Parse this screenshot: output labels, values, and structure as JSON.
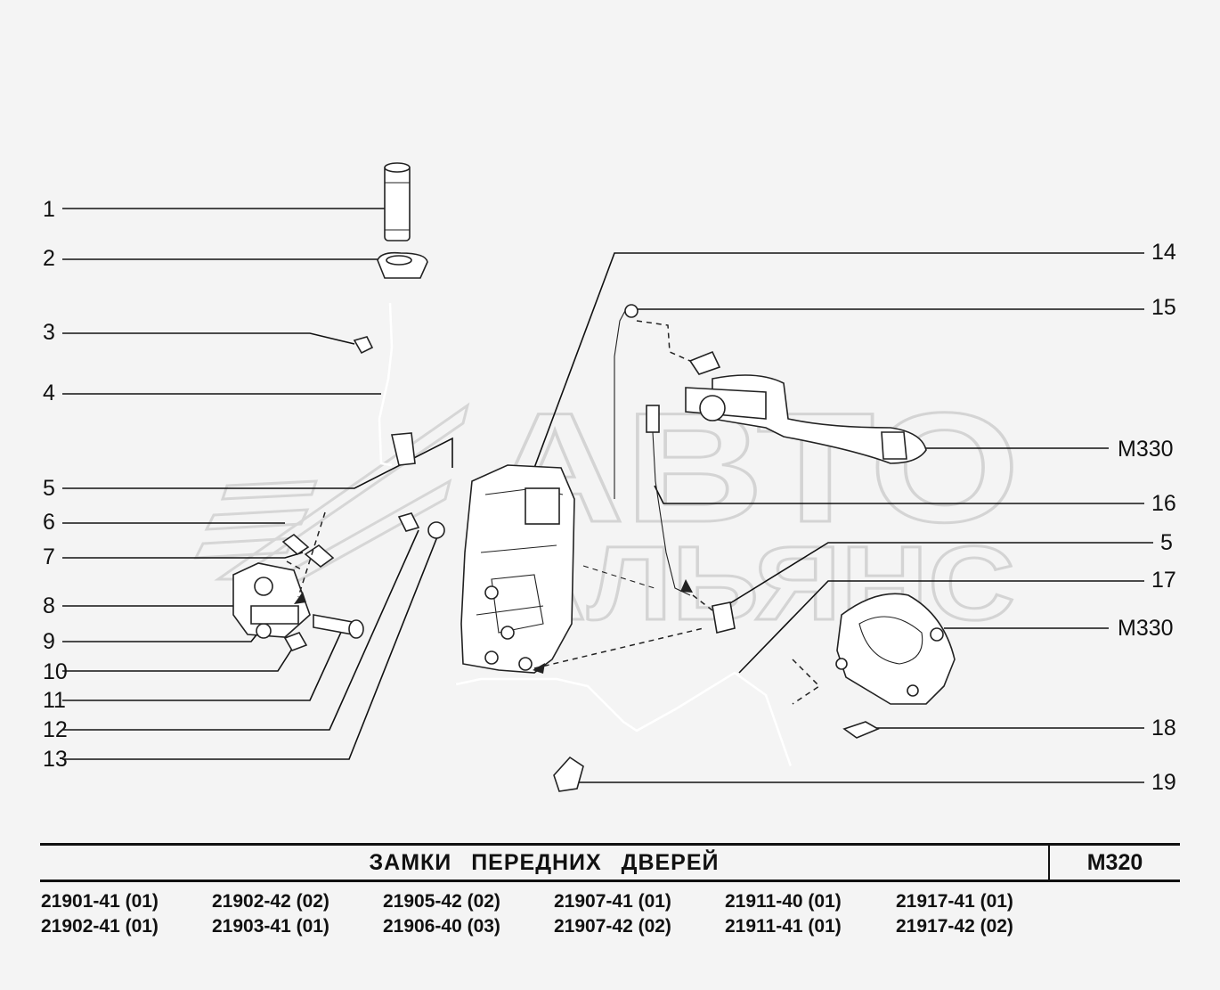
{
  "watermark": {
    "line1": "АВТО",
    "line2": "АЛЬЯНС"
  },
  "callouts_left": [
    "1",
    "2",
    "3",
    "4",
    "5",
    "6",
    "7",
    "8",
    "9",
    "10",
    "11",
    "12",
    "13"
  ],
  "callouts_right": [
    "14",
    "15",
    "M330",
    "16",
    "5",
    "17",
    "M330",
    "18",
    "19"
  ],
  "title": {
    "text": "ЗАМКИ ПЕРЕДНИХ ДВЕРЕЙ",
    "code": "M320"
  },
  "models": [
    "21901-41 (01)",
    "21902-42 (02)",
    "21905-42 (02)",
    "21907-41 (01)",
    "21911-40 (01)",
    "21917-41 (01)",
    "21902-41 (01)",
    "21903-41 (01)",
    "21906-40 (03)",
    "21907-42 (02)",
    "21911-41 (01)",
    "21917-42 (02)"
  ]
}
